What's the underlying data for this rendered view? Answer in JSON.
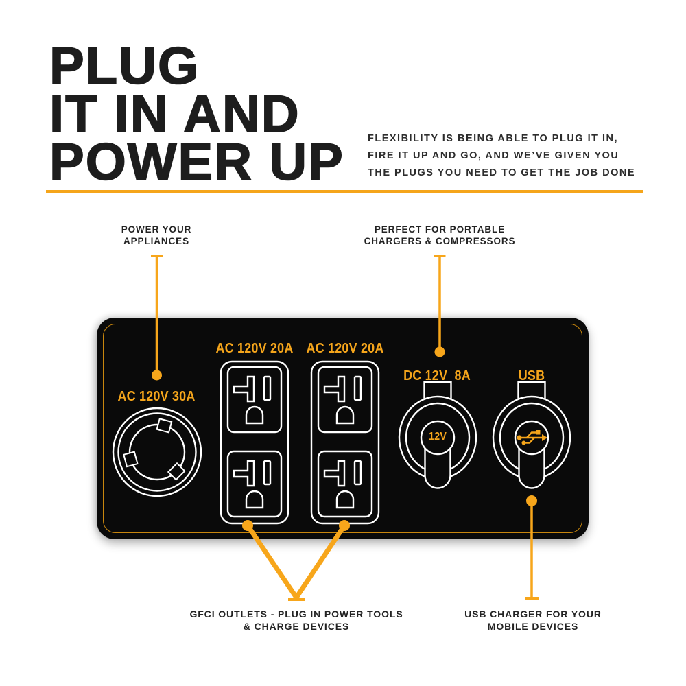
{
  "colors": {
    "accent": "#F5A51B",
    "lead_line": "#F7A61B",
    "panel_bg": "#0A0A0A",
    "panel_inner_border": "#C8860D",
    "outlet_stroke": "#FFFFFF",
    "title_text": "#1D1D1D",
    "body_text": "#2D2D2D"
  },
  "header": {
    "title_lines": [
      "PLUG",
      "IT IN AND",
      "POWER UP"
    ],
    "intro_lines": [
      "FLEXIBILITY IS BEING ABLE TO PLUG IT IN,",
      "FIRE IT UP AND GO, AND WE’VE GIVEN YOU",
      "THE PLUGS YOU NEED TO GET THE JOB DONE"
    ]
  },
  "callouts": {
    "power_appliances": {
      "lines": [
        "POWER YOUR",
        "APPLIANCES"
      ]
    },
    "portable_chargers": {
      "lines": [
        "PERFECT FOR PORTABLE",
        "CHARGERS & COMPRESSORS"
      ]
    },
    "gfci": {
      "lines": [
        "GFCI OUTLETS - PLUG IN POWER TOOLS",
        "& CHARGE DEVICES"
      ]
    },
    "usb_charger": {
      "lines": [
        "USB CHARGER FOR YOUR",
        "MOBILE DEVICES"
      ]
    }
  },
  "panel": {
    "outlet_30a_label": "AC 120V 30A",
    "outlet_20a_left_label": "AC 120V 20A",
    "outlet_20a_right_label": "AC 120V 20A",
    "dc_label": "DC 12V  8A",
    "dc_socket_label": "12V",
    "usb_label": "USB"
  },
  "icons": {
    "usb": "usb-trident-icon",
    "twist_lock": "twist-lock-outlet-icon",
    "duplex": "duplex-outlet-icon"
  }
}
